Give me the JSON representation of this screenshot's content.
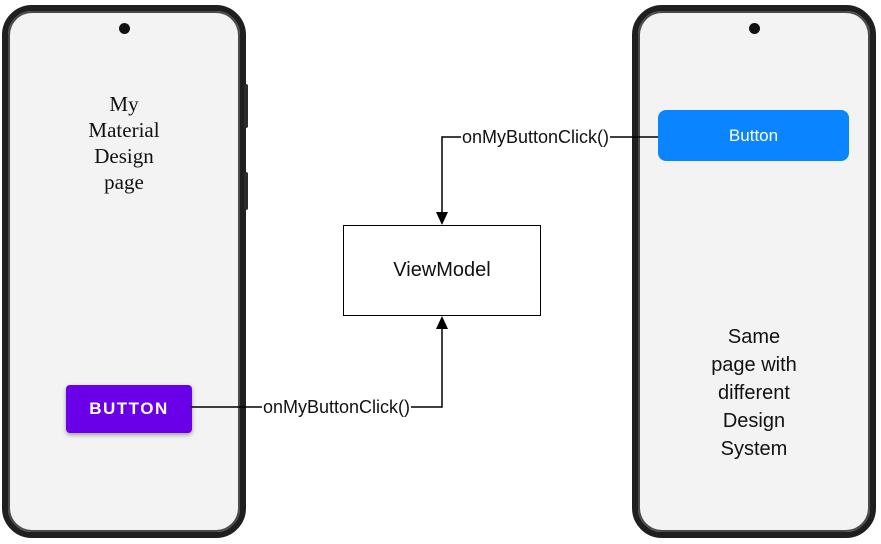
{
  "left_phone": {
    "title_lines": [
      "My",
      "Material",
      "Design",
      "page"
    ],
    "button_label": "BUTTON"
  },
  "right_phone": {
    "button_label": "Button",
    "caption_lines": [
      "Same",
      "page with",
      "different",
      "Design",
      "System"
    ]
  },
  "viewmodel": {
    "label": "ViewModel"
  },
  "edges": {
    "top_label": "onMyButtonClick()",
    "bottom_label": "onMyButtonClick()"
  },
  "colors": {
    "material_button": "#6a00e8",
    "ios_button": "#0a84ff",
    "phone_frame": "#1f1f1f",
    "screen": "#f3f3f3"
  },
  "icons": {
    "camera": "camera-icon",
    "arrow": "arrow-head-icon"
  }
}
